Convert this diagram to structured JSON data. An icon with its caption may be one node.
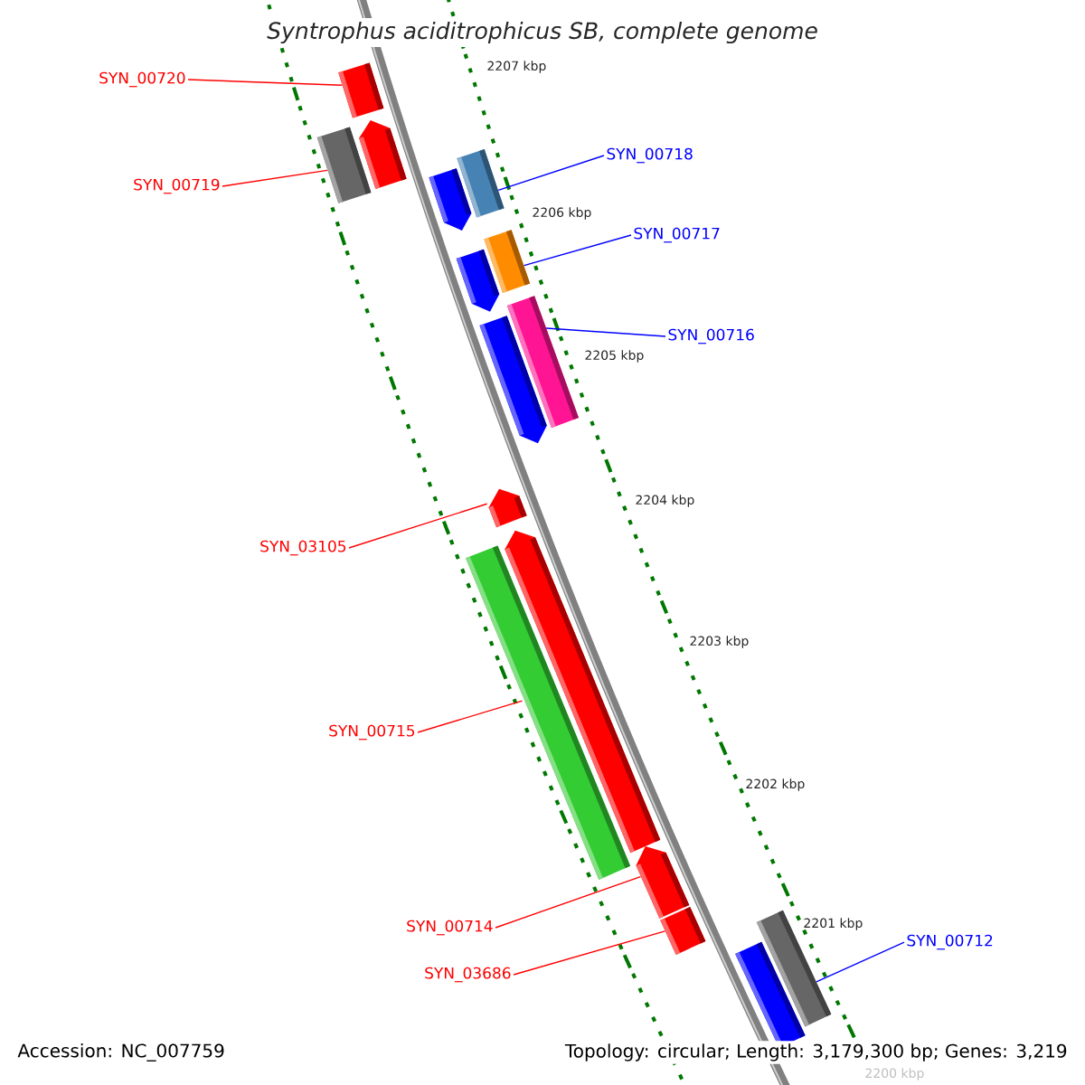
{
  "diagram": {
    "title": "Syntrophus aciditrophicus SB, complete genome",
    "nodes": [
      {
        "text": [
          "SYN_00720"
        ]
      },
      {
        "text": [
          "SYN_00718"
        ]
      },
      {
        "text": [
          "SYN_00719"
        ]
      },
      {
        "text": [
          "SYN_00717"
        ]
      },
      {
        "text": [
          "SYN_00716"
        ]
      },
      {
        "text": [
          "SYN_03105"
        ]
      },
      {
        "text": [
          "SYN_00715"
        ]
      },
      {
        "text": [
          "SYN_00714"
        ]
      },
      {
        "text": [
          "SYN_00712"
        ]
      },
      {
        "text": [
          "SYN_03686"
        ]
      },
      {
        "text": [],
        "shape": "bar"
      },
      {
        "text": [],
        "shape": "bar"
      },
      {
        "text": [],
        "shape": "bar"
      },
      {
        "text": [],
        "shape": "bar"
      },
      {
        "text": [],
        "shape": "bar"
      },
      {
        "text": [],
        "shape": "bar"
      },
      {
        "text": [],
        "shape": "bar"
      },
      {
        "text": [],
        "shape": "bar"
      },
      {
        "text": [],
        "shape": "bar"
      },
      {
        "text": [],
        "shape": "bar"
      },
      {
        "text": [],
        "shape": "bar"
      },
      {
        "text": [],
        "shape": "bar"
      },
      {
        "text": [],
        "shape": "bar"
      },
      {
        "text": [],
        "shape": "bar"
      },
      {
        "text": [],
        "shape": "bar"
      },
      {
        "text": [],
        "shape": "bar"
      }
    ],
    "edges": [
      {
        "from": 0,
        "to": 10,
        "arrow": "none"
      },
      {
        "from": 1,
        "to": 13,
        "arrow": "none",
        "color": "#0000ff"
      },
      {
        "from": 2,
        "to": 11,
        "arrow": "none"
      },
      {
        "from": 3,
        "to": 15,
        "arrow": "none",
        "color": "#0000ff"
      },
      {
        "from": 4,
        "to": 17,
        "arrow": "none",
        "color": "#0000ff"
      },
      {
        "from": 5,
        "to": 19,
        "arrow": "none"
      },
      {
        "from": 6,
        "to": 21,
        "arrow": "none"
      },
      {
        "from": 7,
        "to": 22,
        "arrow": "none"
      },
      {
        "from": 8,
        "to": 24,
        "arrow": "none",
        "color": "#0000ff"
      },
      {
        "from": 9,
        "to": 23,
        "arrow": "none"
      }
    ],
    "labels": [
      "2207 kbp",
      "2206 kbp",
      "2205 kbp",
      "2204 kbp",
      "2203 kbp",
      "2202 kbp",
      "2201 kbp",
      "Accession: NC_007759",
      "Topology: circular; Length: 3,179,300 bp; Genes: 3,219",
      "2200 kbp"
    ]
  }
}
